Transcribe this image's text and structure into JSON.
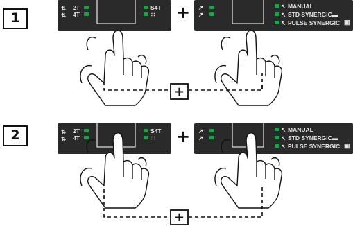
{
  "steps": [
    {
      "number": "1",
      "left_panel": {
        "mode_2t": "2T",
        "mode_4t": "4T",
        "mode_s4t": "S4T",
        "mode_dots": "∷"
      },
      "right_panel": {
        "process_manual": "MANUAL",
        "process_std_synergic": "STD SYNERGIC",
        "process_pulse_synergic": "PULSE SYNERGIC"
      },
      "plus_symbol": "+",
      "connector_plus_symbol": "+"
    },
    {
      "number": "2",
      "left_panel": {
        "mode_2t": "2T",
        "mode_4t": "4T",
        "mode_s4t": "S4T",
        "mode_dots": "∷"
      },
      "right_panel": {
        "process_manual": "MANUAL",
        "process_std_synergic": "STD SYNERGIC",
        "process_pulse_synergic": "PULSE SYNERGIC"
      },
      "plus_symbol": "+",
      "connector_plus_symbol": "+"
    }
  ],
  "colors": {
    "panel": "#2a2a2a",
    "led": "#1fa04a",
    "line": "#111111"
  },
  "icons": [
    "torch-trigger-icon",
    "wire-feed-icon",
    "gas-icon",
    "hand-press-icon",
    "pulse-wave-icon"
  ]
}
